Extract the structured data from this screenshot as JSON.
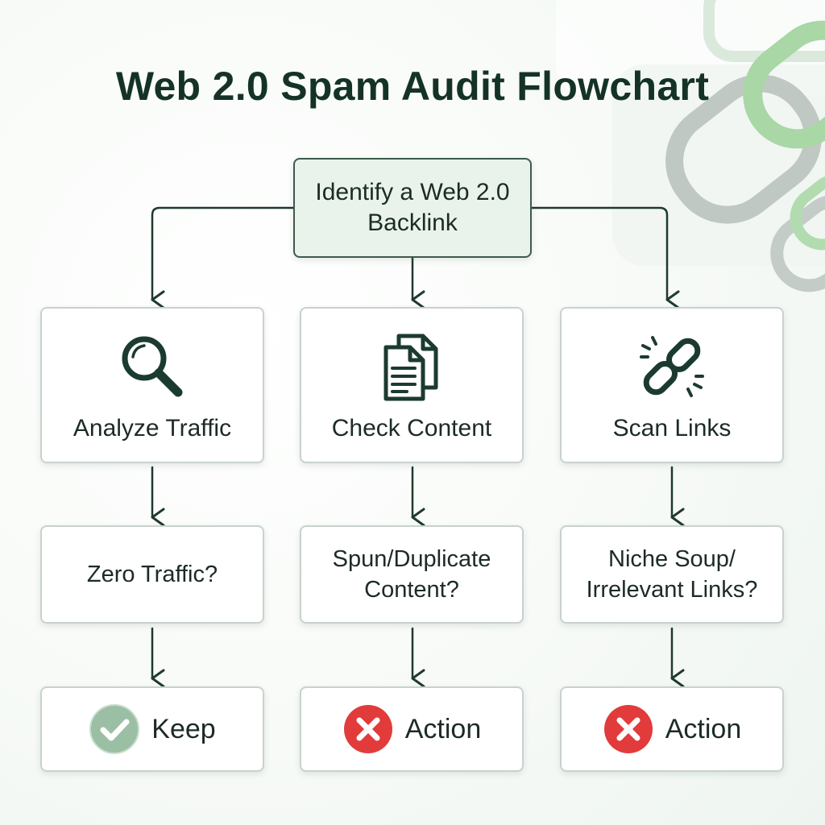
{
  "title": "Web 2.0 Spam Audit Flowchart",
  "root": {
    "label": "Identify a Web 2.0 Backlink"
  },
  "steps": [
    {
      "label": "Analyze Traffic",
      "icon": "magnifier-icon"
    },
    {
      "label": "Check Content",
      "icon": "documents-icon"
    },
    {
      "label": "Scan Links",
      "icon": "broken-link-icon"
    }
  ],
  "questions": [
    {
      "label": "Zero Traffic?"
    },
    {
      "label": "Spun/Duplicate Content?"
    },
    {
      "label": "Niche Soup/ Irrelevant Links?"
    }
  ],
  "outcomes": [
    {
      "label": "Keep",
      "icon": "check-icon",
      "color": "#9bbfa4"
    },
    {
      "label": "Action",
      "icon": "x-icon",
      "color": "#e23b3b"
    },
    {
      "label": "Action",
      "icon": "x-icon",
      "color": "#e23b3b"
    }
  ],
  "colors": {
    "line": "#1f3a2e",
    "icon": "#1c3b30",
    "root_fill": "#e9f3ec",
    "decor": "#9fcf9f"
  }
}
